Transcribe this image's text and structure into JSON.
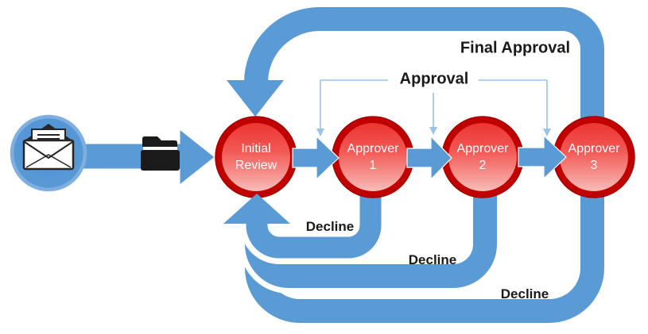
{
  "diagram": {
    "title": "approval-workflow-diagram",
    "labels": {
      "final_approval": "Final Approval",
      "approval": "Approval",
      "declines": [
        "Decline",
        "Decline",
        "Decline"
      ]
    },
    "nodes": {
      "email": {
        "icon": "envelope-icon"
      },
      "folder": {
        "icon": "folder-icon"
      },
      "steps": [
        {
          "line1": "Initial",
          "line2": "Review"
        },
        {
          "line1": "Approver",
          "line2": "1"
        },
        {
          "line1": "Approver",
          "line2": "2"
        },
        {
          "line1": "Approver",
          "line2": "3"
        }
      ]
    },
    "colors": {
      "arrow_blue": "#5B9BD5",
      "bracket_blue": "#9CC2E5",
      "node_ring_red": "#C00000",
      "node_fill_top": "#EC3531",
      "node_fill_bottom": "#F8BDB9",
      "node_text": "#FFFFFF",
      "label_text": "#1A1A1A",
      "background": "#FFFFFF"
    }
  }
}
